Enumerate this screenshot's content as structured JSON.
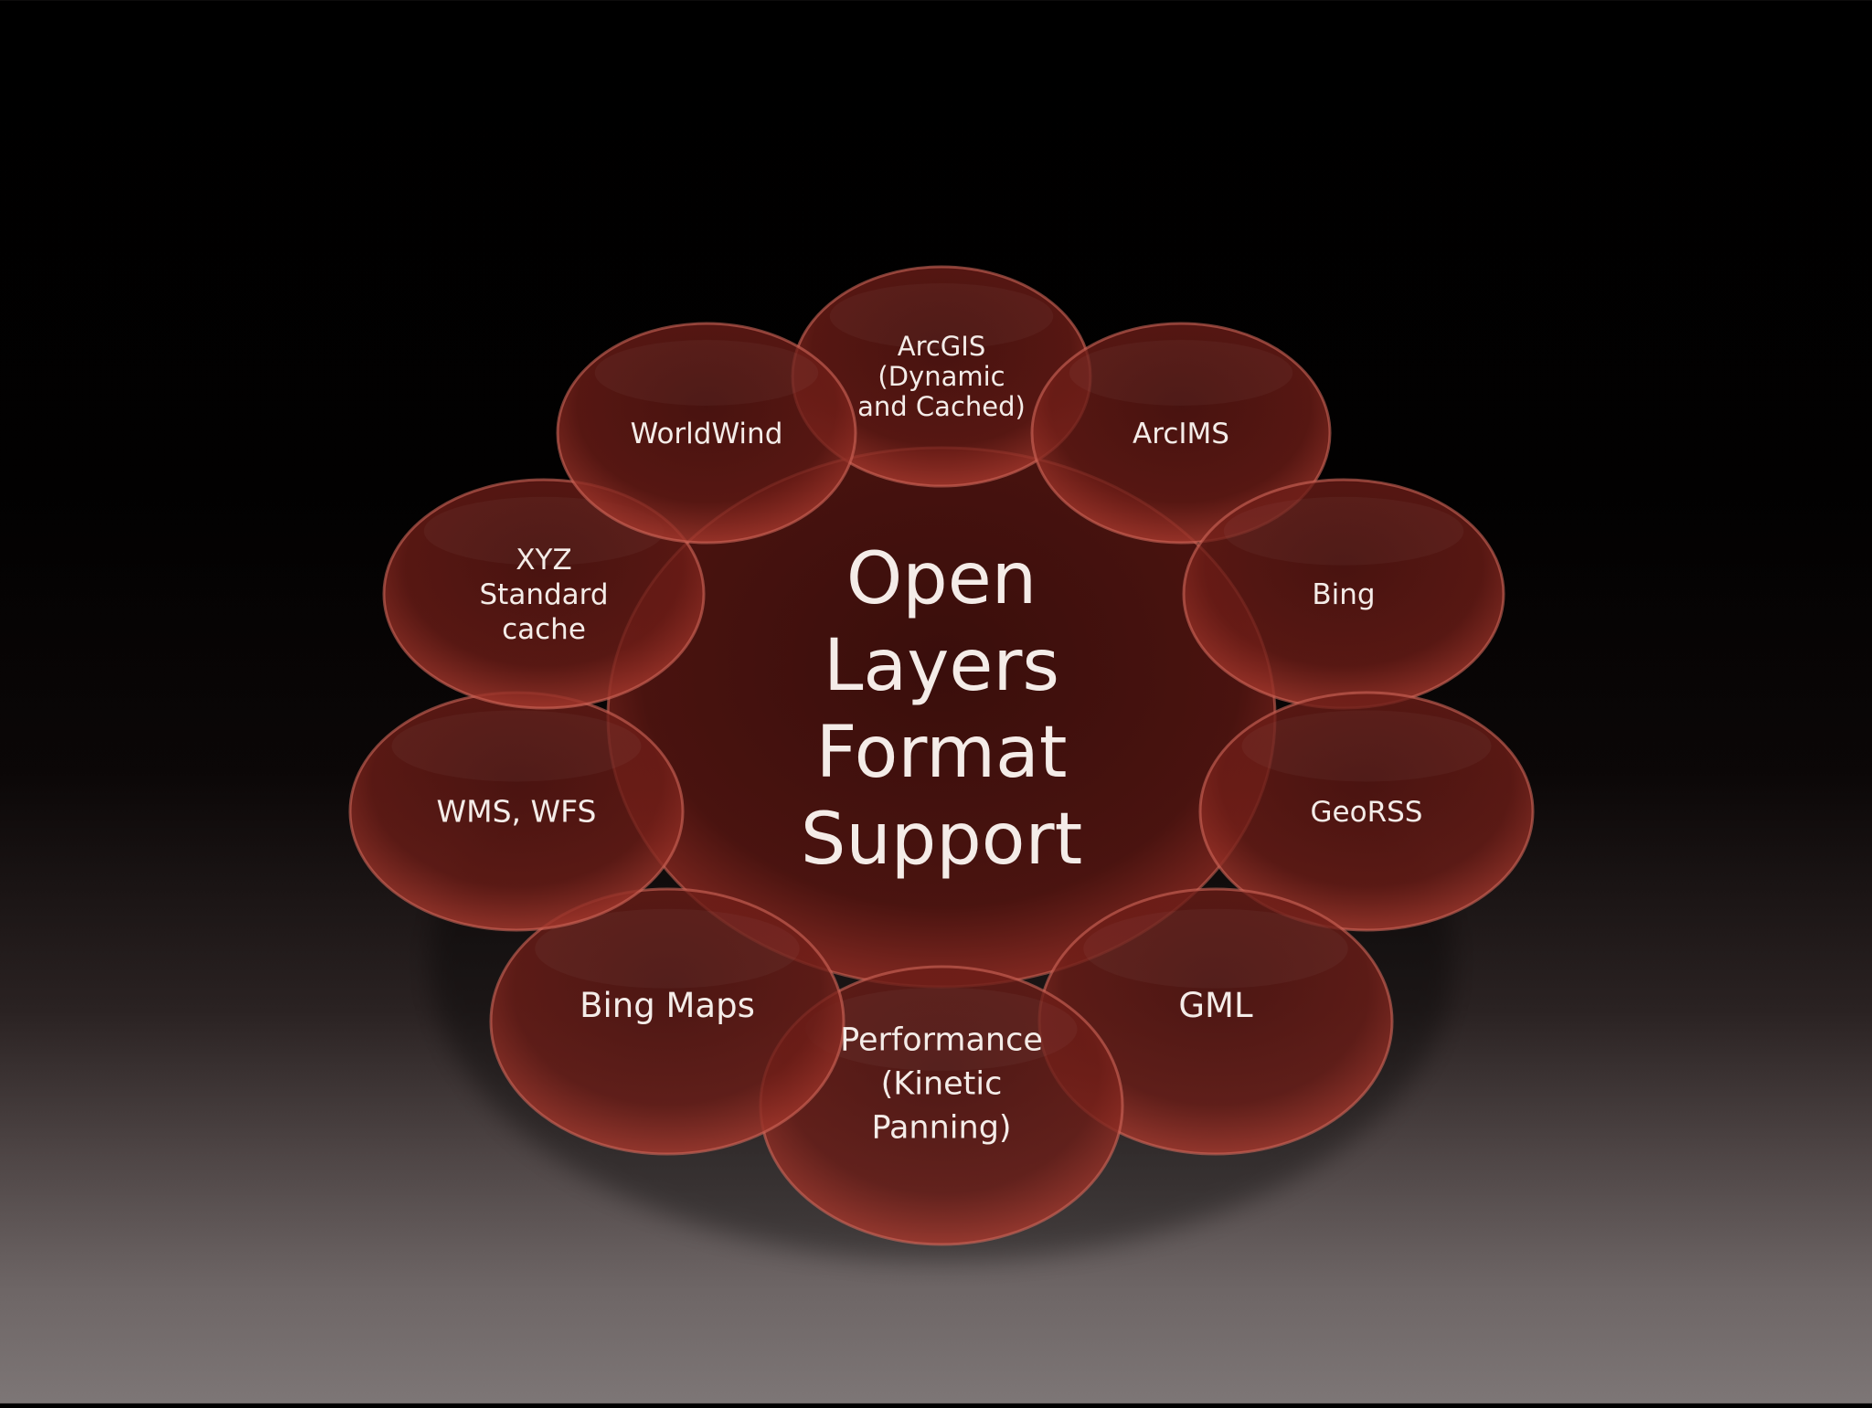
{
  "diagram": {
    "center": {
      "lines": [
        "Open",
        "Layers",
        "Format",
        "Support"
      ]
    },
    "nodes": [
      {
        "id": "arcgis",
        "lines": [
          "ArcGIS",
          "(Dynamic",
          "and Cached)"
        ]
      },
      {
        "id": "arcims",
        "lines": [
          "ArcIMS"
        ]
      },
      {
        "id": "bing",
        "lines": [
          "Bing"
        ]
      },
      {
        "id": "georss",
        "lines": [
          "GeoRSS"
        ]
      },
      {
        "id": "gml",
        "lines": [
          "GML"
        ]
      },
      {
        "id": "performance",
        "lines": [
          "Performance",
          "(Kinetic",
          "Panning)"
        ]
      },
      {
        "id": "bing-maps",
        "lines": [
          "Bing Maps"
        ]
      },
      {
        "id": "wms-wfs",
        "lines": [
          "WMS, WFS"
        ]
      },
      {
        "id": "xyz",
        "lines": [
          "XYZ",
          "Standard",
          "cache"
        ]
      },
      {
        "id": "worldwind",
        "lines": [
          "WorldWind"
        ]
      }
    ],
    "colors": {
      "circle_fill": "#7a1f18",
      "circle_edge": "#d0675a",
      "text": "#f4ece8"
    }
  }
}
